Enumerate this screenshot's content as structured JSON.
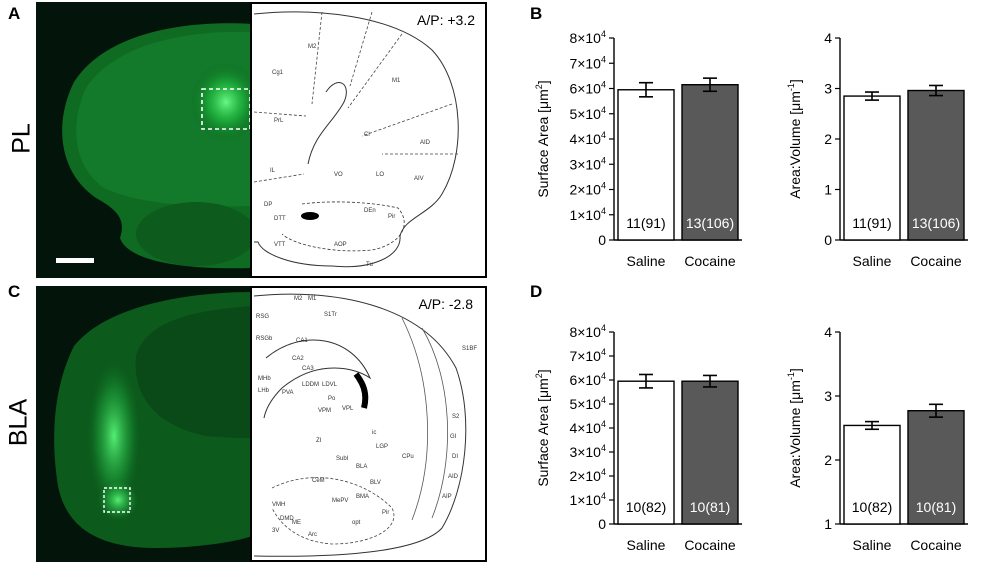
{
  "panels": {
    "A": {
      "letter": "A",
      "region": "PL",
      "ap": "A/P: +3.2"
    },
    "B": {
      "letter": "B"
    },
    "C": {
      "letter": "C",
      "region": "BLA",
      "ap": "A/P: -2.8"
    },
    "D": {
      "letter": "D"
    }
  },
  "atlas_labels_top": [
    "M2",
    "M1",
    "Cg1",
    "PrL",
    "IL",
    "Cl",
    "VO",
    "LO",
    "AIV",
    "AID",
    "DP",
    "DTT",
    "VTT",
    "AOP",
    "Tu",
    "DEn",
    "Pir"
  ],
  "atlas_labels_bottom": [
    "M2",
    "M1",
    "S1Tr",
    "RSG",
    "RSGb",
    "CA1",
    "CA2",
    "CA3",
    "LDDM",
    "LDVL",
    "MHb",
    "LHb",
    "PVA",
    "Po",
    "VPM",
    "VPL",
    "LGP",
    "CPu",
    "ZI",
    "SubI",
    "BLA",
    "BLV",
    "BMA",
    "CeM",
    "Pir",
    "MePV",
    "ME",
    "3V",
    "Arc",
    "VMH",
    "DMD",
    "ic",
    "opt",
    "S1BF",
    "S2",
    "GI",
    "DI",
    "AID",
    "AIP"
  ],
  "colors": {
    "saline": "#ffffff",
    "cocaine": "#595959",
    "micro_bg": "#03140a",
    "fluor": "#2ee85a"
  },
  "chart_data": [
    {
      "type": "bar",
      "panel": "B",
      "categories": [
        "Saline",
        "Cocaine"
      ],
      "values": [
        59500,
        61500
      ],
      "errors": [
        2800,
        2600
      ],
      "bar_labels": [
        "11(91)",
        "13(106)"
      ],
      "ylabel_main": "Surface Area [μm",
      "ylabel_sup": "2",
      "ylim": [
        0,
        80000
      ],
      "ticks": [
        {
          "v": 0,
          "m": "0",
          "e": ""
        },
        {
          "v": 10000,
          "m": "1×10",
          "e": "4"
        },
        {
          "v": 20000,
          "m": "2×10",
          "e": "4"
        },
        {
          "v": 30000,
          "m": "3×10",
          "e": "4"
        },
        {
          "v": 40000,
          "m": "4×10",
          "e": "4"
        },
        {
          "v": 50000,
          "m": "5×10",
          "e": "4"
        },
        {
          "v": 60000,
          "m": "6×10",
          "e": "4"
        },
        {
          "v": 70000,
          "m": "7×10",
          "e": "4"
        },
        {
          "v": 80000,
          "m": "8×10",
          "e": "4"
        }
      ]
    },
    {
      "type": "bar",
      "panel": "B",
      "categories": [
        "Saline",
        "Cocaine"
      ],
      "values": [
        2.85,
        2.96
      ],
      "errors": [
        0.08,
        0.1
      ],
      "bar_labels": [
        "11(91)",
        "13(106)"
      ],
      "ylabel_main": "Area:Volume [μm",
      "ylabel_sup": "-1",
      "ylim": [
        0,
        4
      ],
      "ticks": [
        {
          "v": 0,
          "m": "0",
          "e": ""
        },
        {
          "v": 1,
          "m": "1",
          "e": ""
        },
        {
          "v": 2,
          "m": "2",
          "e": ""
        },
        {
          "v": 3,
          "m": "3",
          "e": ""
        },
        {
          "v": 4,
          "m": "4",
          "e": ""
        }
      ]
    },
    {
      "type": "bar",
      "panel": "D",
      "categories": [
        "Saline",
        "Cocaine"
      ],
      "values": [
        59500,
        59500
      ],
      "errors": [
        2800,
        2400
      ],
      "bar_labels": [
        "10(82)",
        "10(81)"
      ],
      "ylabel_main": "Surface Area [μm",
      "ylabel_sup": "2",
      "ylim": [
        0,
        80000
      ],
      "ticks": [
        {
          "v": 0,
          "m": "0",
          "e": ""
        },
        {
          "v": 10000,
          "m": "1×10",
          "e": "4"
        },
        {
          "v": 20000,
          "m": "2×10",
          "e": "4"
        },
        {
          "v": 30000,
          "m": "3×10",
          "e": "4"
        },
        {
          "v": 40000,
          "m": "4×10",
          "e": "4"
        },
        {
          "v": 50000,
          "m": "5×10",
          "e": "4"
        },
        {
          "v": 60000,
          "m": "6×10",
          "e": "4"
        },
        {
          "v": 70000,
          "m": "7×10",
          "e": "4"
        },
        {
          "v": 80000,
          "m": "8×10",
          "e": "4"
        }
      ]
    },
    {
      "type": "bar",
      "panel": "D",
      "categories": [
        "Saline",
        "Cocaine"
      ],
      "values": [
        2.54,
        2.77
      ],
      "errors": [
        0.06,
        0.1
      ],
      "bar_labels": [
        "10(82)",
        "10(81)"
      ],
      "ylabel_main": "Area:Volume [μm",
      "ylabel_sup": "-1",
      "ylim": [
        1,
        4
      ],
      "ticks": [
        {
          "v": 1,
          "m": "1",
          "e": ""
        },
        {
          "v": 2,
          "m": "2",
          "e": ""
        },
        {
          "v": 3,
          "m": "3",
          "e": ""
        },
        {
          "v": 4,
          "m": "4",
          "e": ""
        }
      ]
    }
  ]
}
